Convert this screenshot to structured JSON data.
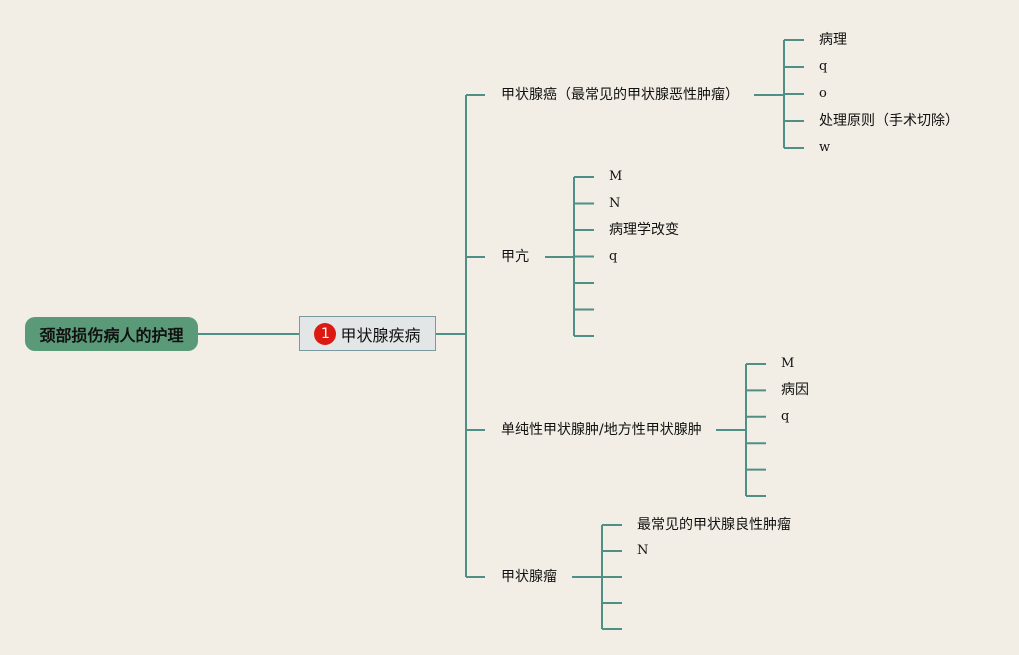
{
  "root": {
    "label": "颈部损伤病人的护理"
  },
  "main_topic": {
    "badge": "1",
    "label": "甲状腺疾病"
  },
  "branches": [
    {
      "label": "甲状腺癌（最常见的甲状腺恶性肿瘤）",
      "leaves": [
        "病理",
        "q",
        "o",
        "处理原则（手术切除）",
        "w"
      ]
    },
    {
      "label": "甲亢",
      "leaves": [
        "M",
        "N",
        "病理学改变",
        "q",
        "",
        "",
        ""
      ]
    },
    {
      "label": "单纯性甲状腺肿/地方性甲状腺肿",
      "leaves": [
        "M",
        "病因",
        "q",
        "",
        "",
        ""
      ]
    },
    {
      "label": "甲状腺瘤",
      "leaves": [
        "最常见的甲状腺良性肿瘤",
        "N",
        "",
        "",
        ""
      ]
    }
  ],
  "colors": {
    "background": "#f2eee5",
    "connector": "#4e8f86",
    "root_fill": "#5a9a78",
    "badge": "#dd1a12"
  }
}
